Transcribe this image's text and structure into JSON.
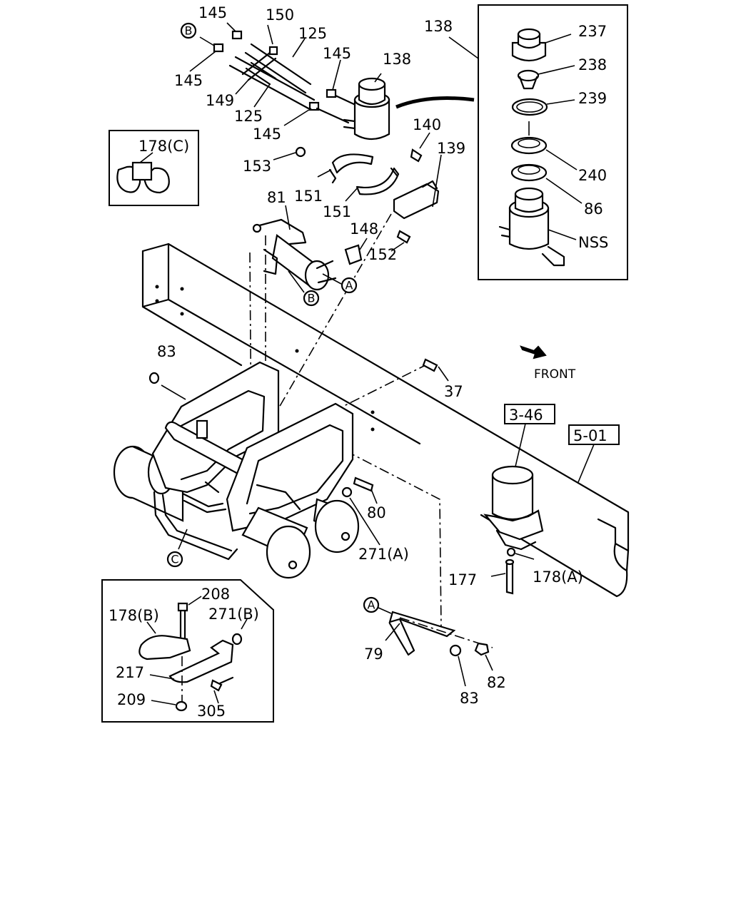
{
  "labels": {
    "p145a": "145",
    "p150": "150",
    "p125a": "125",
    "p145b": "145",
    "p138a": "138",
    "p145c": "145",
    "p149": "149",
    "p125b": "125",
    "p145d": "145",
    "p138b": "138",
    "p237": "237",
    "p238": "238",
    "p239": "239",
    "p240": "240",
    "p86": "86",
    "pNSS": "NSS",
    "p178c": "178(C)",
    "p153": "153",
    "p151a": "151",
    "p151b": "151",
    "p140": "140",
    "p139": "139",
    "p81": "81",
    "p148": "148",
    "p152": "152",
    "p83a": "83",
    "p37": "37",
    "front": "FRONT",
    "ref346": "3-46",
    "ref501": "5-01",
    "p80": "80",
    "p271a": "271(A)",
    "p177": "177",
    "p178a": "178(A)",
    "p208": "208",
    "p178b": "178(B)",
    "p271b": "271(B)",
    "p217": "217",
    "p209": "209",
    "p305": "305",
    "p79": "79",
    "p82": "82",
    "p83b": "83"
  },
  "callouts": {
    "A1": "A",
    "A2": "A",
    "B1": "B",
    "B2": "B",
    "C1": "C"
  }
}
